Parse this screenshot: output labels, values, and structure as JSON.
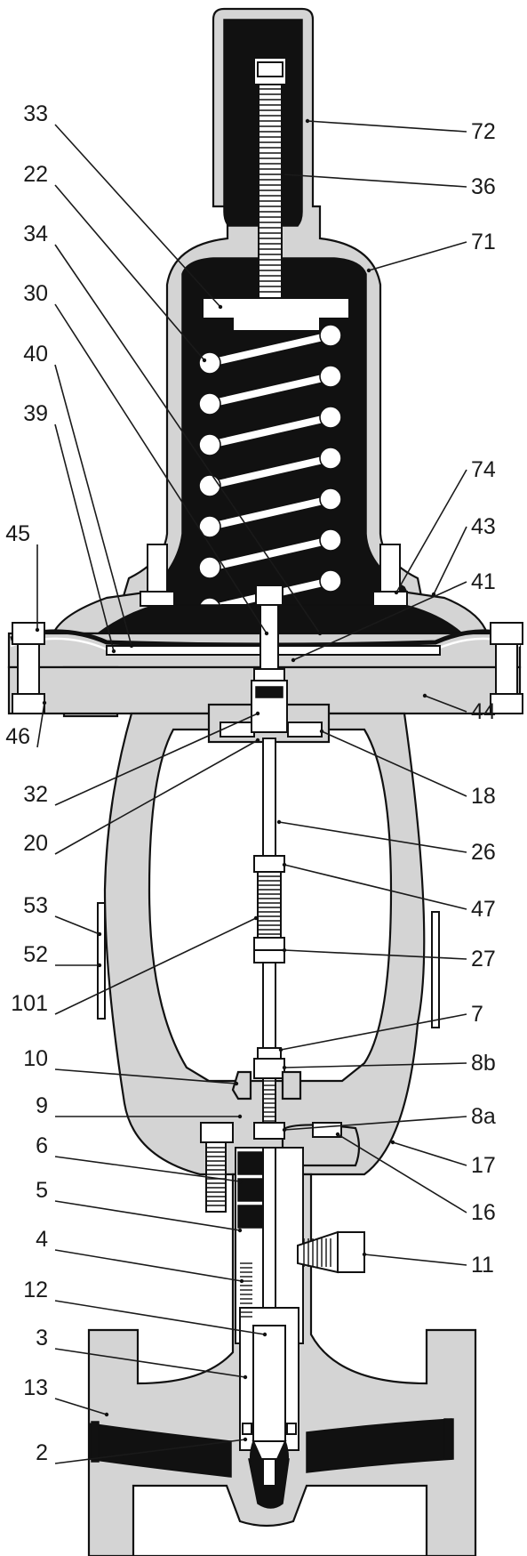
{
  "diagram": {
    "left_callouts": [
      "33",
      "22",
      "34",
      "30",
      "40",
      "39",
      "45",
      "46",
      "32",
      "20",
      "53",
      "52",
      "101",
      "10",
      "9",
      "6",
      "5",
      "4",
      "12",
      "3",
      "13",
      "2"
    ],
    "right_callouts": [
      "72",
      "36",
      "71",
      "74",
      "43",
      "41",
      "44",
      "18",
      "26",
      "47",
      "27",
      "7",
      "8b",
      "8a",
      "17",
      "16",
      "11"
    ]
  }
}
